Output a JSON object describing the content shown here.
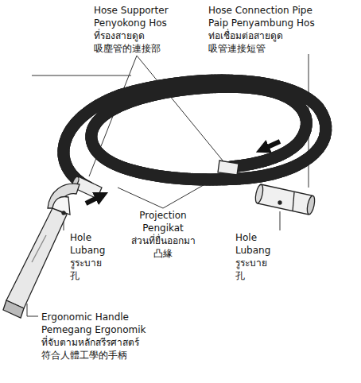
{
  "diagram": {
    "labels": [
      "Hose Supporter",
      "Penyokong Hos",
      "ที่รองสายดูด",
      "吸塵管的連接部",
      "Hose Connection Pipe",
      "Paip Penyambung Hos",
      "ท่อเชื่อมต่อสายดูด",
      "吸管連接短管",
      "Projection",
      "Pengikat",
      "ส่วนที่ยื่นออกมา",
      "凸緣",
      "Hole",
      "Lubang",
      "รูระบาย",
      "孔",
      "Hole",
      "Lubang",
      "รูระบาย",
      "孔",
      "Ergonomic Handle",
      "Pemegang Ergonomik",
      "ที่จับตามหลักสรีรศาสตร์",
      "符合人體工學的手柄"
    ]
  }
}
